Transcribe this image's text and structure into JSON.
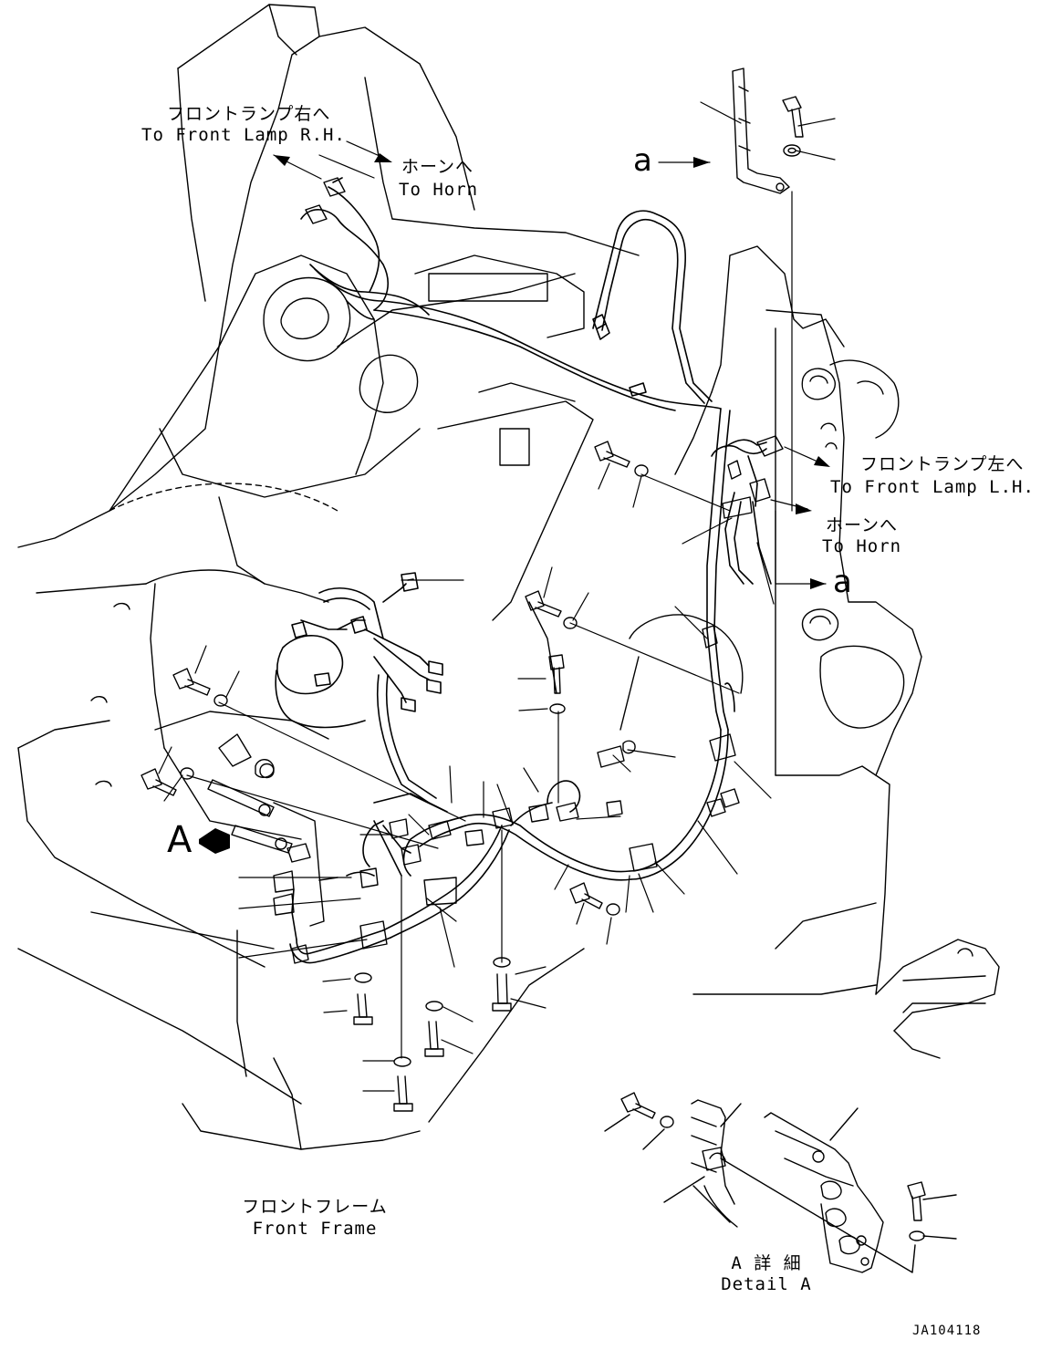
{
  "labels": {
    "front_lamp_rh_jp": "フロントランプ右へ",
    "front_lamp_rh_en": "To Front Lamp R.H.",
    "horn_top_jp": "ホーンへ",
    "horn_top_en": "To Horn",
    "front_lamp_lh_jp": "フロントランプ左へ",
    "front_lamp_lh_en": "To Front Lamp L.H.",
    "horn_right_jp": "ホーンへ",
    "horn_right_en": "To Horn",
    "ref_a_top": "a",
    "ref_a_right": "a",
    "detail_a_marker": "A",
    "front_frame_jp": "フロントフレーム",
    "front_frame_en": "Front Frame",
    "detail_a_jp": "A 詳 細",
    "detail_a_en": "Detail A",
    "drawing_code": "JA104118"
  },
  "colors": {
    "line": "#000000",
    "background": "#ffffff"
  }
}
